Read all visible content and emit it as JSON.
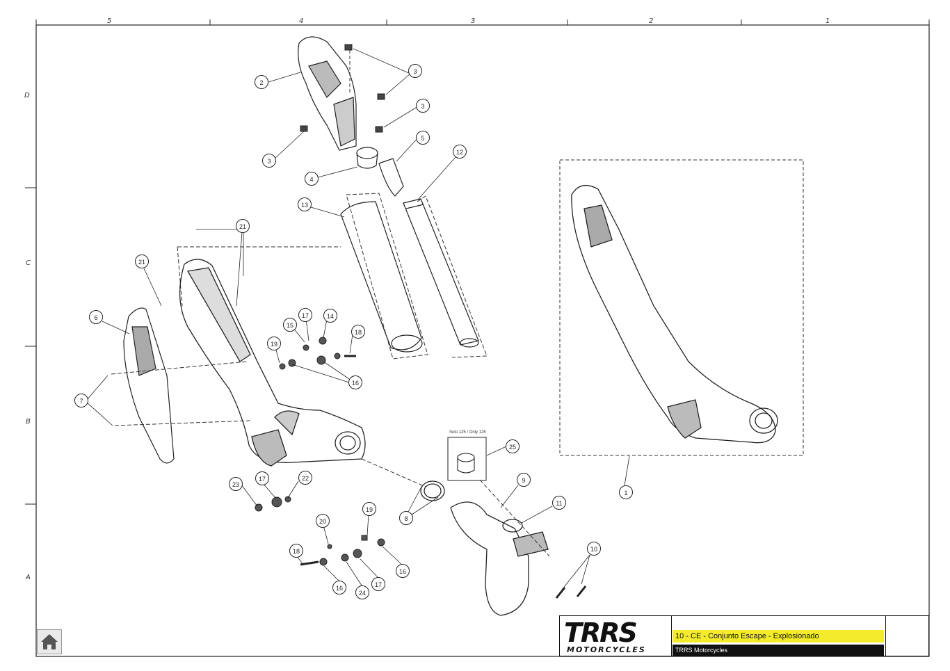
{
  "sheet": {
    "columns": [
      "5",
      "4",
      "3",
      "2",
      "1"
    ],
    "rows": [
      "D",
      "C",
      "B",
      "A"
    ]
  },
  "callouts": [
    {
      "id": "c2",
      "label": "2"
    },
    {
      "id": "c3a",
      "label": "3"
    },
    {
      "id": "c3b",
      "label": "3"
    },
    {
      "id": "c3c",
      "label": "3"
    },
    {
      "id": "c4",
      "label": "4"
    },
    {
      "id": "c5",
      "label": "5"
    },
    {
      "id": "c12",
      "label": "12"
    },
    {
      "id": "c13",
      "label": "13"
    },
    {
      "id": "c21a",
      "label": "21"
    },
    {
      "id": "c21b",
      "label": "21"
    },
    {
      "id": "c6",
      "label": "6"
    },
    {
      "id": "c7",
      "label": "7"
    },
    {
      "id": "c17a",
      "label": "17"
    },
    {
      "id": "c14",
      "label": "14"
    },
    {
      "id": "c15",
      "label": "15"
    },
    {
      "id": "c18a",
      "label": "18"
    },
    {
      "id": "c19a",
      "label": "19"
    },
    {
      "id": "c16a",
      "label": "16"
    },
    {
      "id": "c23",
      "label": "23"
    },
    {
      "id": "c17b",
      "label": "17"
    },
    {
      "id": "c22",
      "label": "22"
    },
    {
      "id": "c20",
      "label": "20"
    },
    {
      "id": "c19b",
      "label": "19"
    },
    {
      "id": "c18b",
      "label": "18"
    },
    {
      "id": "c16b",
      "label": "16"
    },
    {
      "id": "c24",
      "label": "24"
    },
    {
      "id": "c17c",
      "label": "17"
    },
    {
      "id": "c16c",
      "label": "16"
    },
    {
      "id": "c25",
      "label": "25"
    },
    {
      "id": "c9",
      "label": "9"
    },
    {
      "id": "c8",
      "label": "8"
    },
    {
      "id": "c11",
      "label": "11"
    },
    {
      "id": "c10",
      "label": "10"
    },
    {
      "id": "c1",
      "label": "1"
    }
  ],
  "note_solo125": "Solo 125 / Only 125",
  "title_block": {
    "brand": "TRRS",
    "brand_sub": "MOTORCYCLES",
    "drawing_title": "10 - CE - Conjunto Escape - Explosionado",
    "company": "TRRS Motorcycles"
  },
  "home_icon": "home-icon"
}
